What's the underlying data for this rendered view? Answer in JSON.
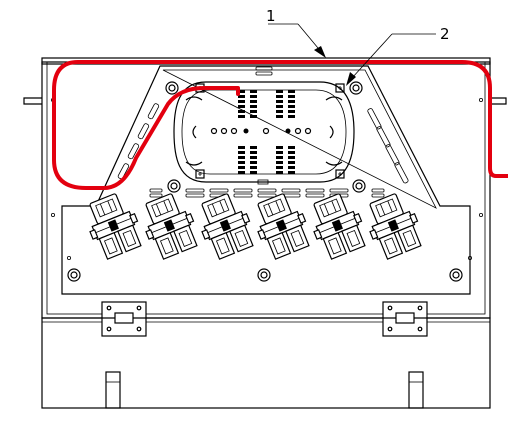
{
  "drawing": {
    "callouts": [
      {
        "number": "1"
      },
      {
        "number": "2"
      }
    ],
    "cable_color": "#e3000f",
    "line_color": "#000000",
    "adapter_count": 6
  }
}
